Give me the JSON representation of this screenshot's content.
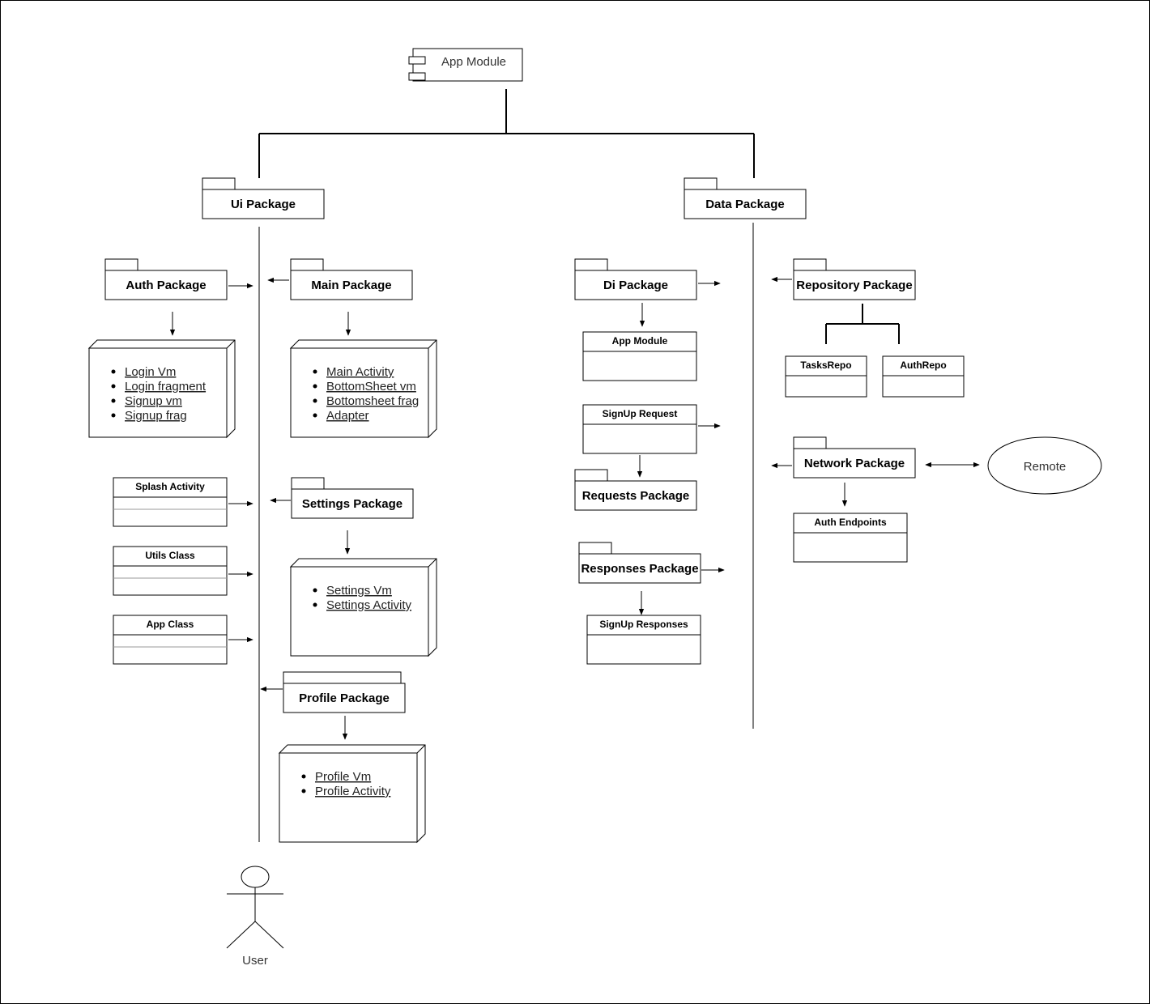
{
  "component": {
    "label": "App Module"
  },
  "packages": {
    "ui": "Ui Package",
    "data": "Data Package",
    "auth": "Auth Package",
    "main": "Main Package",
    "settings": "Settings Package",
    "profile": "Profile Package",
    "di": "Di Package",
    "repository": "Repository Package",
    "requests": "Requests Package",
    "responses": "Responses Package",
    "network": "Network Package"
  },
  "classes": {
    "splash_activity": "Splash Activity",
    "utils_class": "Utils Class",
    "app_class": "App Class",
    "app_module": "App Module",
    "signup_request": "SignUp Request",
    "signup_responses": "SignUp Responses",
    "tasks_repo": "TasksRepo",
    "auth_repo": "AuthRepo",
    "auth_endpoints": "Auth Endpoints"
  },
  "nodes": {
    "auth_items": [
      "Login Vm",
      "Login fragment",
      "Signup vm",
      "Signup frag"
    ],
    "main_items": [
      "Main Activity",
      "BottomSheet vm",
      "Bottomsheet frag",
      "Adapter"
    ],
    "settings_items": [
      "Settings Vm",
      "Settings Activity"
    ],
    "profile_items": [
      "Profile Vm",
      "Profile Activity"
    ]
  },
  "remote": "Remote",
  "actor": "User"
}
